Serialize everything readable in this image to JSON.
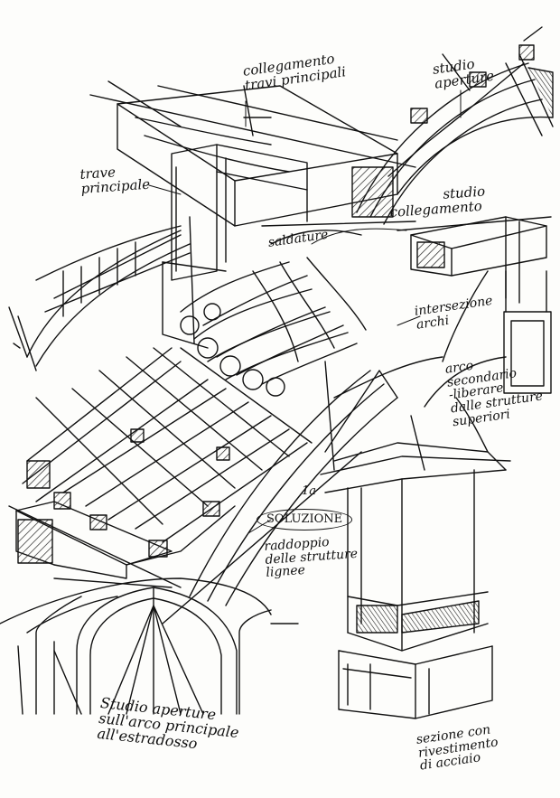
{
  "annotations": {
    "collegamento_travi": [
      "collegamento",
      "travi principali"
    ],
    "studio_aperture_top": [
      "studio",
      "aperture"
    ],
    "trave_principale": [
      "trave",
      "principale"
    ],
    "studio_collegamento": [
      "studio",
      "collegamento"
    ],
    "saldature": "saldature",
    "intersezione_archi": [
      "intersezione",
      "archi"
    ],
    "arco_secondario": [
      "arco",
      "secondario",
      "-liberare",
      "dalle strutture",
      "superiori"
    ],
    "soluzione_number": "1a",
    "soluzione": "SOLUZIONE",
    "raddoppio": [
      "raddoppio",
      "delle strutture",
      "lignee"
    ],
    "studio_aperture_bottom": [
      "Studio aperture",
      "sull'arco principale",
      "all'estradosso"
    ],
    "sezione_acciaio": [
      "sezione con",
      "rivestimento",
      "di acciaio"
    ]
  },
  "colors": {
    "ink": "#111111",
    "paper": "#fdfdfb",
    "hatch": "#222222"
  }
}
